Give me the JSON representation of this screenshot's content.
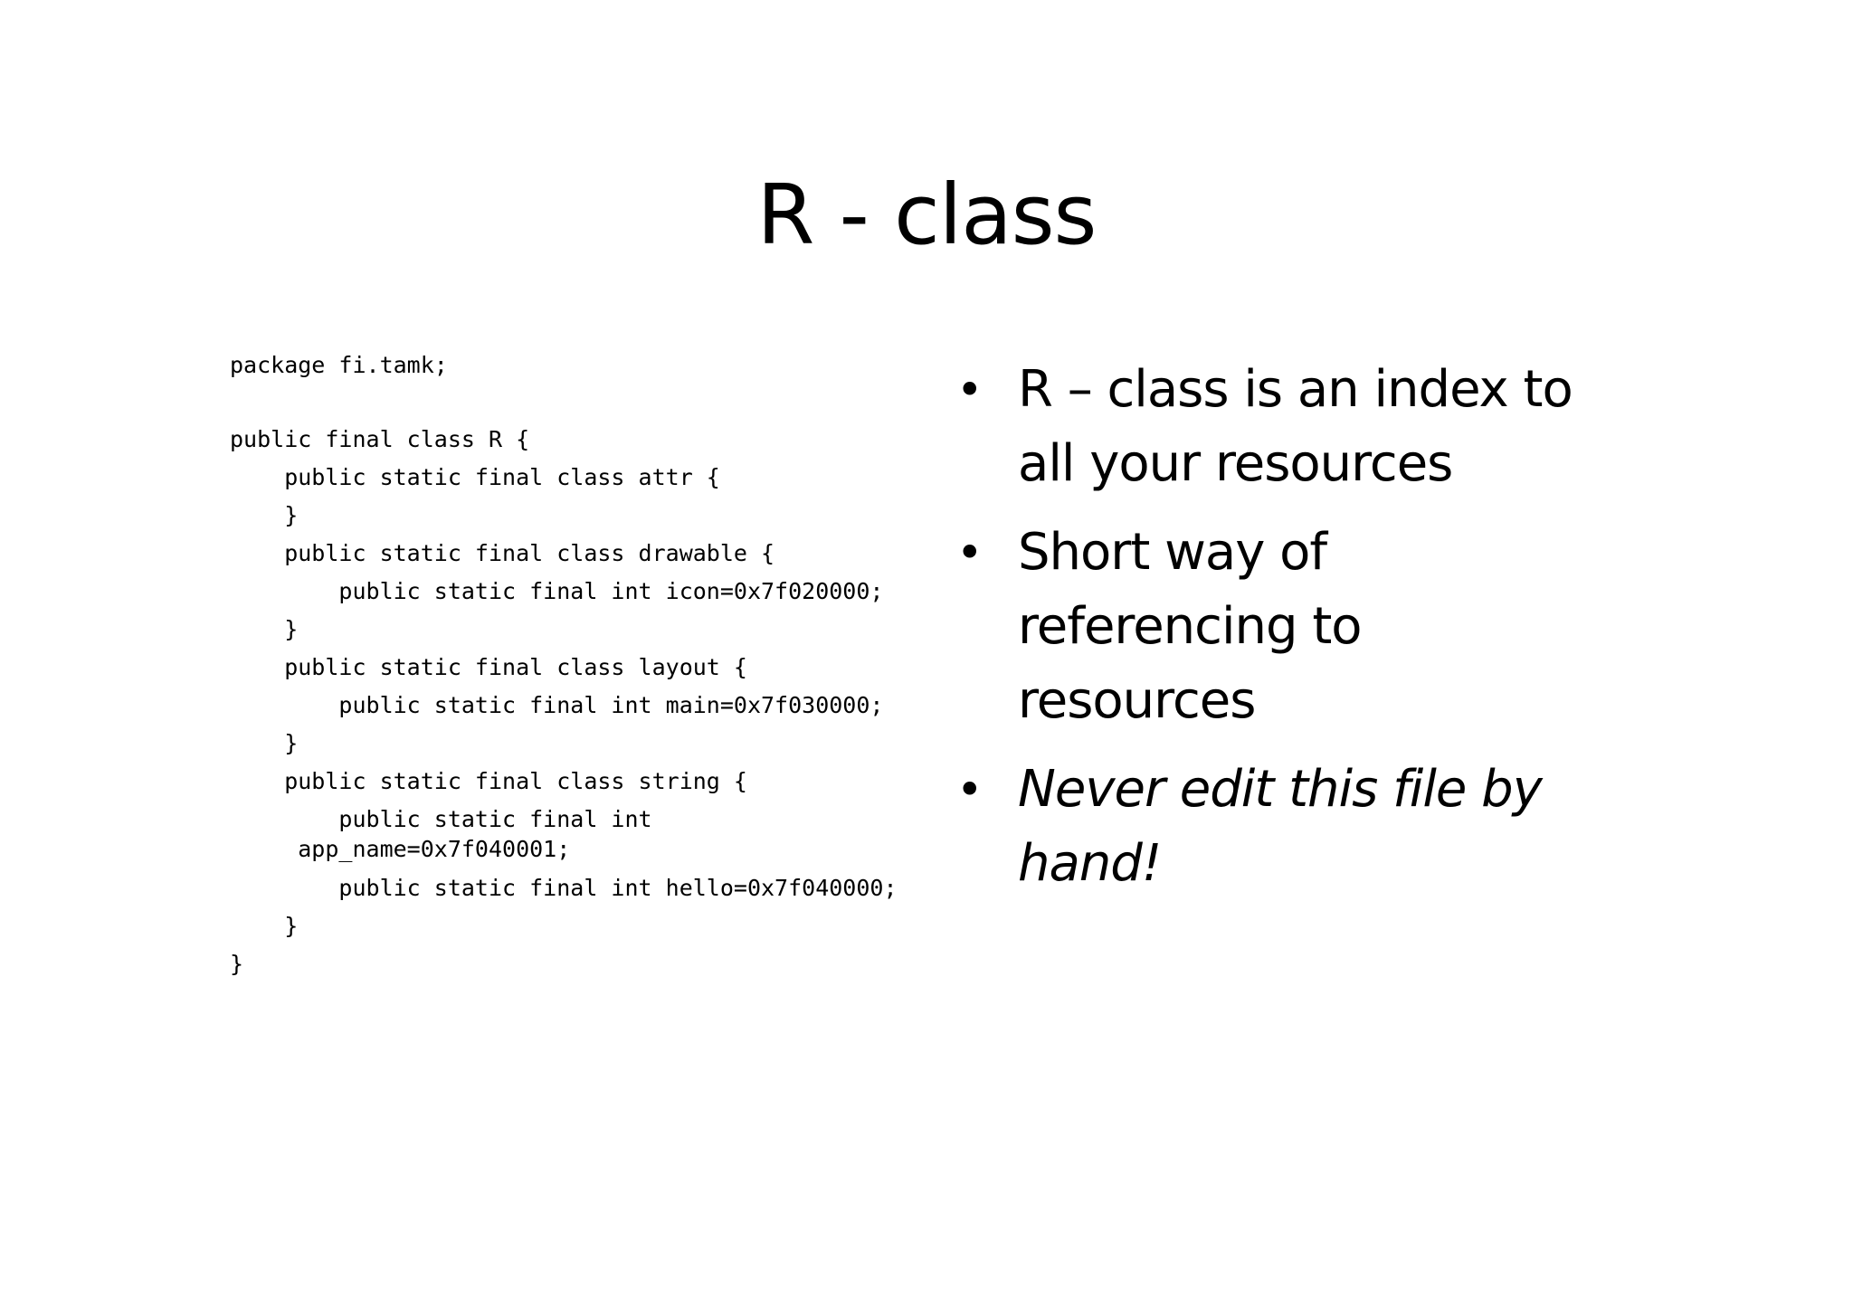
{
  "slide": {
    "title": "R - class",
    "code_lines": [
      "package fi.tamk;",
      "",
      "public final class R {",
      "    public static final class attr {",
      "    }",
      "    public static final class drawable {",
      "        public static final int icon=0x7f020000;",
      "    }",
      "    public static final class layout {",
      "        public static final int main=0x7f030000;",
      "    }",
      "    public static final class string {",
      "        public static final int",
      "     app_name=0x7f040001;",
      "        public static final int hello=0x7f040000;",
      "    }",
      "}"
    ],
    "bullet_glyph": "•",
    "bullets": [
      "R – class is an index to all your resources",
      "Short way of referencing to resources",
      "Never edit this file by hand!"
    ]
  }
}
